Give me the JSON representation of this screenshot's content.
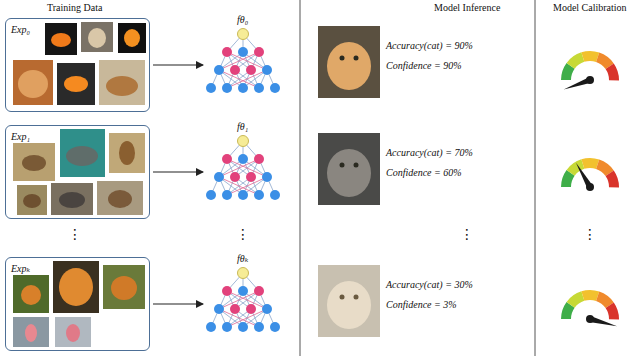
{
  "diagram": {
    "nodes": [
      {
        "text": [
          "Exp₀"
        ]
      },
      {
        "text": [
          "Exp₁"
        ]
      },
      {
        "text": [
          "Expₖ"
        ]
      }
    ],
    "labels": [
      "Training Data",
      "Model Inference",
      "Model Calibration",
      "fθ₀",
      "Accuracy(cat) = 90%",
      "Confidence = 90%",
      "fθ₁",
      "Accuracy(cat) = 70%",
      "Confidence = 60%",
      "⋮",
      "⋮",
      "⋮",
      "⋮",
      "fθₖ",
      "Accuracy(cat) = 30%",
      "Confidence = 3%"
    ]
  }
}
